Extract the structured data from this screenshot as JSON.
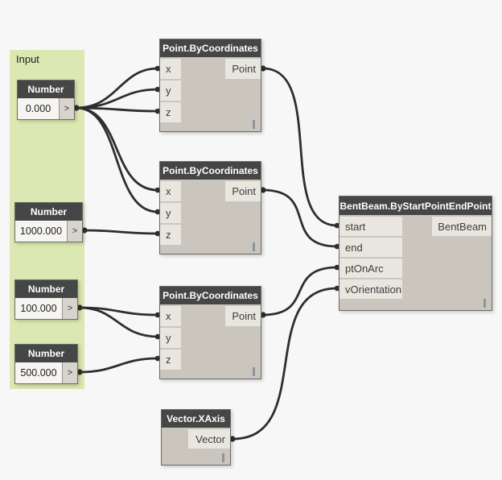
{
  "colors": {
    "canvas_bg": "#f7f7f7",
    "group_bg": "#dbe8b2",
    "node_header_bg": "#464646",
    "node_body_bg": "#cac6bd",
    "port_bg": "#e9e6df",
    "value_field_bg": "#f6f5f2",
    "wire": "#2e2e2e",
    "lacing_indicator": "#8d949c"
  },
  "group": {
    "label": "Input"
  },
  "nodes": {
    "number1": {
      "title": "Number",
      "value": "0.000",
      "expander": ">"
    },
    "number2": {
      "title": "Number",
      "value": "1000.000",
      "expander": ">"
    },
    "number3": {
      "title": "Number",
      "value": "100.000",
      "expander": ">"
    },
    "number4": {
      "title": "Number",
      "value": "500.000",
      "expander": ">"
    },
    "point1": {
      "title": "Point.ByCoordinates",
      "inputs": [
        "x",
        "y",
        "z"
      ],
      "output": "Point"
    },
    "point2": {
      "title": "Point.ByCoordinates",
      "inputs": [
        "x",
        "y",
        "z"
      ],
      "output": "Point"
    },
    "point3": {
      "title": "Point.ByCoordinates",
      "inputs": [
        "x",
        "y",
        "z"
      ],
      "output": "Point"
    },
    "bentbeam": {
      "title": "BentBeam.ByStartPointEndPoint",
      "inputs": [
        "start",
        "end",
        "ptOnArc",
        "vOrientation"
      ],
      "output": "BentBeam"
    },
    "vector": {
      "title": "Vector.XAxis",
      "output": "Vector"
    }
  },
  "icons": {
    "expander": "chevron-right-icon",
    "lacing": "lacing-shortest-bar-icon"
  },
  "wires": [
    {
      "from": "number1.out",
      "to": "point1.x"
    },
    {
      "from": "number1.out",
      "to": "point1.y"
    },
    {
      "from": "number1.out",
      "to": "point1.z"
    },
    {
      "from": "number1.out",
      "to": "point2.x"
    },
    {
      "from": "number1.out",
      "to": "point2.y"
    },
    {
      "from": "number2.out",
      "to": "point2.z"
    },
    {
      "from": "number3.out",
      "to": "point3.x"
    },
    {
      "from": "number3.out",
      "to": "point3.y"
    },
    {
      "from": "number4.out",
      "to": "point3.z"
    },
    {
      "from": "point1.Point",
      "to": "bentbeam.start"
    },
    {
      "from": "point2.Point",
      "to": "bentbeam.end"
    },
    {
      "from": "point3.Point",
      "to": "bentbeam.ptOnArc"
    },
    {
      "from": "vector.Vector",
      "to": "bentbeam.vOrientation"
    }
  ]
}
